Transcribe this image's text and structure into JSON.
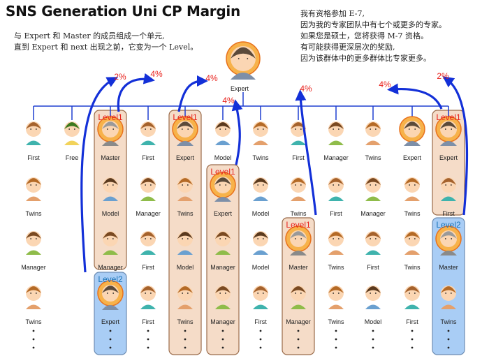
{
  "title": "SNS Generation Uni CP Margin",
  "note_left": [
    "与 Expert 和 Master 的成员组成一个单元,",
    "直到 Expert 和 next 出现之前，它变为一个 Level。"
  ],
  "note_right": [
    "我有资格参加 E-7,",
    "因为我的专家团队中有七个或更多的专家。",
    "如果您是硕士，您将获得 M-7 资格。",
    "有可能获得更深层次的奖励,",
    "因为该群体中的更多群体比专家更多。"
  ],
  "top_member": "Expert",
  "columns": [
    [
      "First",
      "Twins",
      "Manager",
      "Twins"
    ],
    [
      "Free"
    ],
    [
      "Master",
      "Model",
      "Manager",
      "Expert"
    ],
    [
      "First",
      "Manager",
      "First",
      "First"
    ],
    [
      "Expert",
      "Twins",
      "Model",
      "Twins"
    ],
    [
      "Model",
      "Expert",
      "Manager",
      "Manager"
    ],
    [
      "Twins",
      "Model",
      "Model",
      "First"
    ],
    [
      "First",
      "Twins",
      "Master",
      "Manager"
    ],
    [
      "Manager",
      "First",
      "Twins",
      "Twins"
    ],
    [
      "Twins",
      "Manager",
      "First",
      "Model"
    ],
    [
      "Expert",
      "Twins",
      "Twins",
      "First"
    ],
    [
      "Expert",
      "First",
      "Master",
      "Twins"
    ]
  ],
  "levels": [
    {
      "label": "Level1",
      "color": "#e8211c"
    },
    {
      "label": "Level2",
      "color": "#1a73b8"
    }
  ],
  "percent_labels": [
    "2%",
    "4%",
    "4%",
    "4%",
    "4%",
    "4%",
    "2%"
  ],
  "colors": {
    "line": "#1f3fd1",
    "arrow": "#1330d8",
    "level1_fill": "#f5dcc8",
    "level1_border": "#9a6b4a",
    "level2_fill": "#a9cdf5",
    "level2_border": "#6d8db4"
  }
}
